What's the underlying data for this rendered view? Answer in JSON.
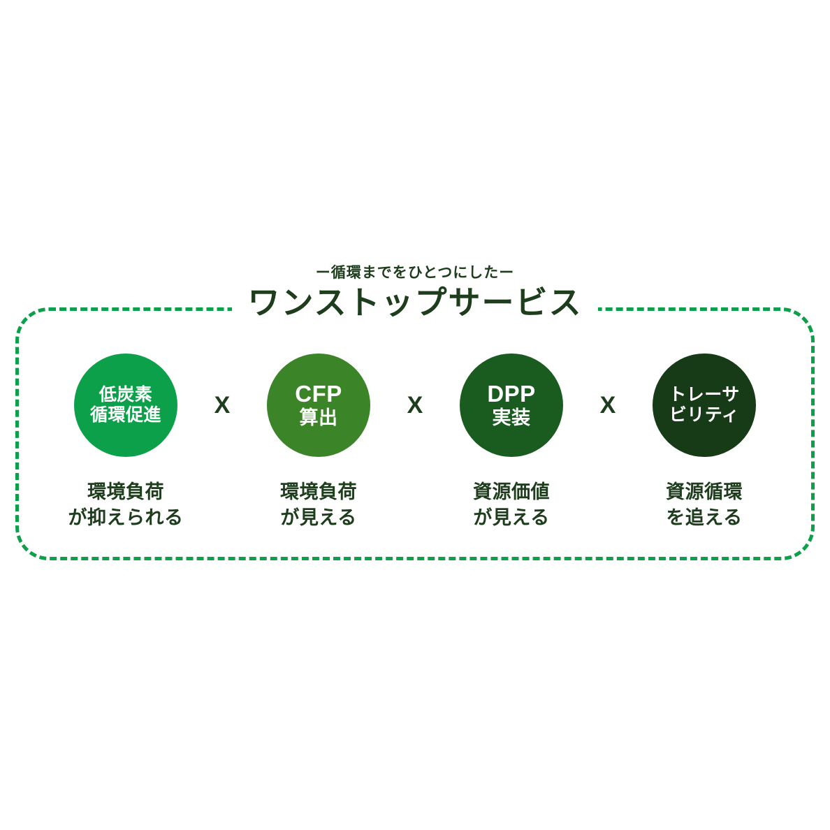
{
  "page": {
    "background": "#ffffff",
    "text_color": "#1d3d1c",
    "accent_color": "#0da04a"
  },
  "heading": {
    "eyebrow": "ー循環までをひとつにしたー",
    "title": "ワンストップサービス"
  },
  "frame": {
    "border_color": "#0da04a",
    "style": "dashed",
    "radius": "48px"
  },
  "separators": {
    "symbol": "X",
    "color": "#1d3d1c"
  },
  "nodes": [
    {
      "id": "low-carbon",
      "bubble_line1": "低炭素",
      "bubble_line2": "循環促進",
      "bubble_color": "#0da04a",
      "bubble_text_color": "#ffffff",
      "caption_line1": "環境負荷",
      "caption_line2": "が抑えられる",
      "script": "jp"
    },
    {
      "id": "cfp",
      "bubble_line1": "CFP",
      "bubble_line2": "算出",
      "bubble_color": "#3c8428",
      "bubble_text_color": "#ffffff",
      "caption_line1": "環境負荷",
      "caption_line2": "が見える",
      "script": "en"
    },
    {
      "id": "dpp",
      "bubble_line1": "DPP",
      "bubble_line2": "実装",
      "bubble_color": "#1a5b20",
      "bubble_text_color": "#ffffff",
      "caption_line1": "資源価値",
      "caption_line2": "が見える",
      "script": "en"
    },
    {
      "id": "traceability",
      "bubble_line1": "トレーサ",
      "bubble_line2": "ビリティ",
      "bubble_color": "#163b16",
      "bubble_text_color": "#ffffff",
      "caption_line1": "資源循環",
      "caption_line2": "を追える",
      "script": "jp"
    }
  ]
}
